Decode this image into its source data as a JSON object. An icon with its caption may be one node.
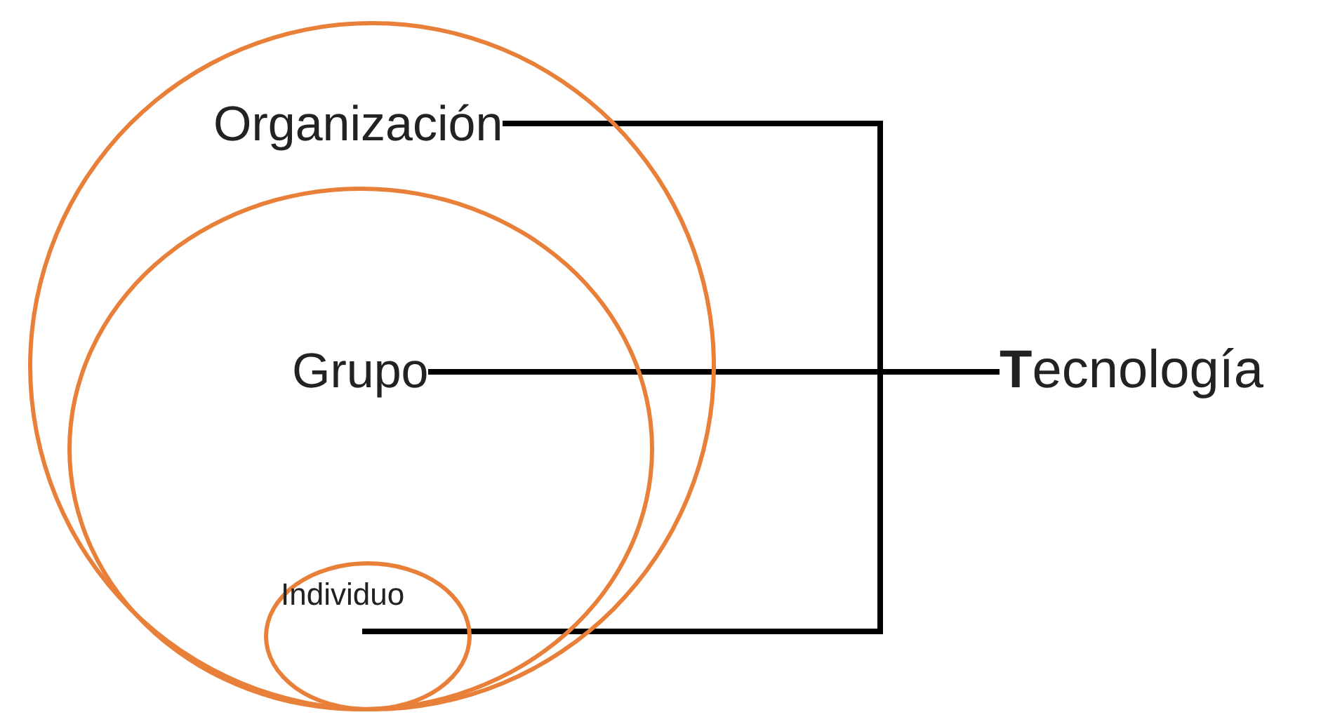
{
  "diagram": {
    "nodes": [
      {
        "text": [],
        "shape": "circle"
      },
      {
        "text": [],
        "shape": "circle",
        "in": 0
      },
      {
        "text": [],
        "shape": "circle",
        "in": 1
      },
      {
        "text": [
          "Organización"
        ],
        "in": 0
      },
      {
        "text": [
          "Grupo"
        ],
        "in": 1
      },
      {
        "text": [
          "Individuo"
        ],
        "in": 2
      },
      {
        "text": [
          "**T**ecnología"
        ]
      }
    ],
    "edges": [
      {
        "from": 3,
        "to": 6,
        "arrow": "none"
      },
      {
        "from": 4,
        "to": 6,
        "arrow": "none"
      },
      {
        "from": 5,
        "to": 6,
        "arrow": "none"
      }
    ]
  }
}
